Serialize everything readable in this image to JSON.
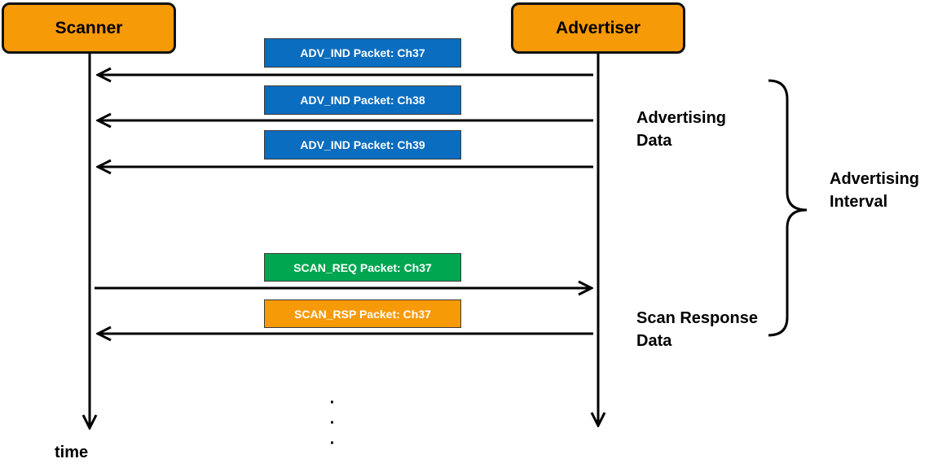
{
  "actors": {
    "scanner": "Scanner",
    "advertiser": "Advertiser"
  },
  "messages": [
    {
      "label": "ADV_IND Packet:  Ch37",
      "color": "#0a6dbf",
      "text_color": "#ffffff"
    },
    {
      "label": "ADV_IND Packet:  Ch38",
      "color": "#0a6dbf",
      "text_color": "#ffffff"
    },
    {
      "label": "ADV_IND Packet:  Ch39",
      "color": "#0a6dbf",
      "text_color": "#ffffff"
    },
    {
      "label": "SCAN_REQ Packet:  Ch37",
      "color": "#00a650",
      "text_color": "#ffffff"
    },
    {
      "label": "SCAN_RSP Packet:  Ch37",
      "color": "#f79a08",
      "text_color": "#ffffff"
    }
  ],
  "notes": {
    "advertising_data": [
      "Advertising",
      "Data"
    ],
    "scan_response_data": [
      "Scan Response",
      "Data"
    ],
    "advertising_interval": [
      "Advertising",
      "Interval"
    ]
  },
  "continuation": [
    "·",
    "·",
    "·"
  ],
  "axis_label": "time",
  "colors": {
    "actor_fill": "#f79a08",
    "line": "#000000"
  }
}
